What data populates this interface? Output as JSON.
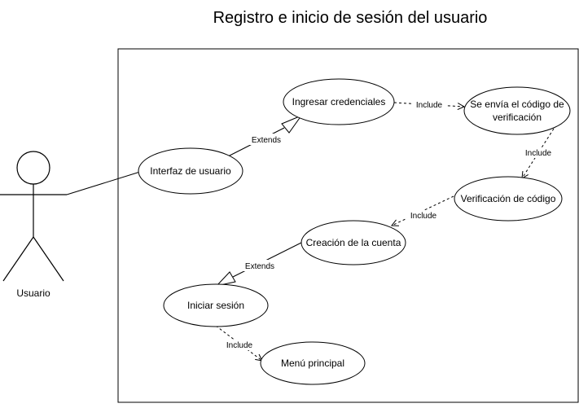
{
  "diagram": {
    "title": "Registro e inicio de sesión del usuario",
    "actor": {
      "label": "Usuario"
    },
    "use_cases": {
      "interfaz": "Interfaz de usuario",
      "ingresar": "Ingresar credenciales",
      "envia_line1": "Se envía el código de",
      "envia_line2": "verificación",
      "verificacion": "Verificación de código",
      "creacion": "Creación de la cuenta",
      "iniciar": "Iniciar sesión",
      "menu": "Menú principal"
    },
    "relations": {
      "extends_1": "Extends",
      "include_1": "Include",
      "include_2": "Include",
      "include_3": "Include",
      "extends_2": "Extends",
      "include_4": "Include"
    }
  }
}
